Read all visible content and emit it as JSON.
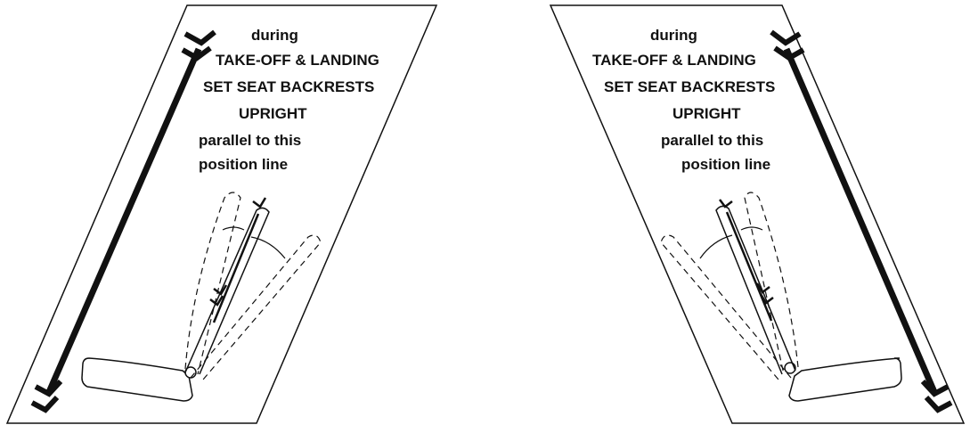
{
  "colors": {
    "ink": "#111111",
    "background": "#ffffff"
  },
  "placards": [
    {
      "side": "left",
      "text": {
        "line1": "during",
        "line2": "TAKE-OFF & LANDING",
        "line3": "SET SEAT BACKRESTS",
        "line4": "UPRIGHT",
        "line5": "parallel to this",
        "line6": "position line"
      }
    },
    {
      "side": "right",
      "text": {
        "line1": "during",
        "line2": "TAKE-OFF & LANDING",
        "line3": "SET SEAT BACKRESTS",
        "line4": "UPRIGHT",
        "line5": "parallel to this",
        "line6": "position line"
      }
    }
  ]
}
